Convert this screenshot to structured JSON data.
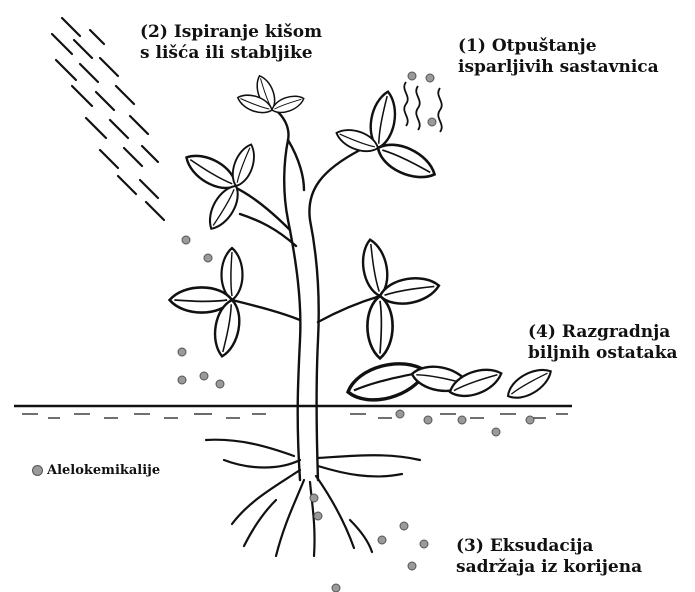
{
  "labels": {
    "leaching": [
      "(2) Ispiranje kišom",
      "s lišća ili stabljike"
    ],
    "volatile": [
      "(1) Otpuštanje",
      "isparljivih sastavnica"
    ],
    "decomposition": [
      "(4) Razgradnja",
      "biljnih ostataka"
    ],
    "exudation": [
      "(3) Eksudacija",
      "sadržaja iz korijena"
    ]
  },
  "legend": {
    "text": "Alelokemikalije"
  },
  "colors": {
    "line": "#111111",
    "allelochemical": "#9a9a9a"
  }
}
